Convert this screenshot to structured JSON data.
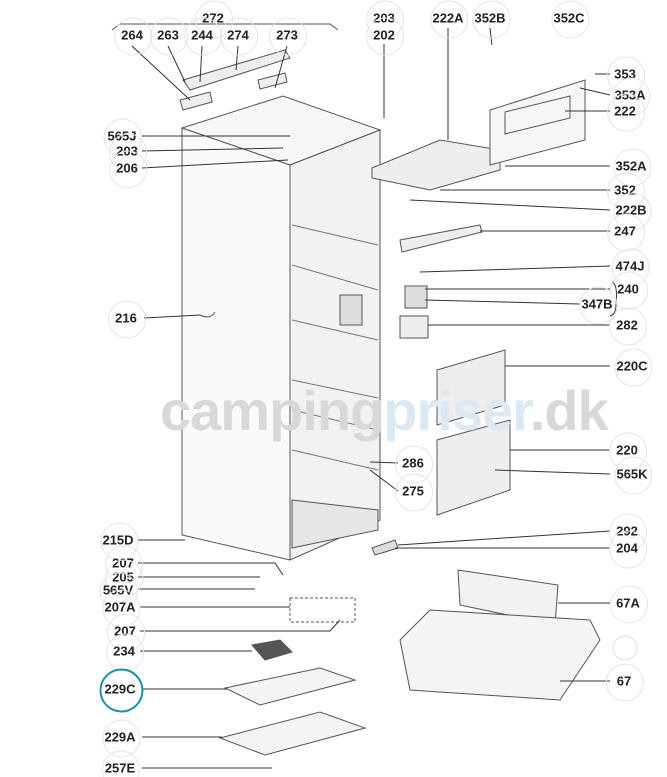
{
  "watermark": {
    "part1": "camping",
    "part2": "priser",
    "part3": ".dk"
  },
  "highlight_color": "#1a8fb0",
  "labels": {
    "l272": "272",
    "l264": "264",
    "l263": "263",
    "l244": "244",
    "l274": "274",
    "l273": "273",
    "l203a": "203",
    "l202": "202",
    "l222A": "222A",
    "l352B": "352B",
    "l352C": "352C",
    "l353": "353",
    "l353A": "353A",
    "l222": "222",
    "l352A": "352A",
    "l352": "352",
    "l222B": "222B",
    "l247": "247",
    "l474J": "474J",
    "l240": "240",
    "l347B": "347B",
    "l282": "282",
    "l220C": "220C",
    "l220": "220",
    "l565K": "565K",
    "l292": "292",
    "l204": "204",
    "l67A": "67A",
    "l67": "67",
    "l565J": "565J",
    "l203b": "203",
    "l206": "206",
    "l216": "216",
    "l215D": "215D",
    "l207a": "207",
    "l205": "205",
    "l565V": "565V",
    "l207A": "207A",
    "l207b": "207",
    "l234": "234",
    "l229C": "229C",
    "l229A": "229A",
    "l257E": "257E",
    "l286": "286",
    "l275": "275"
  }
}
